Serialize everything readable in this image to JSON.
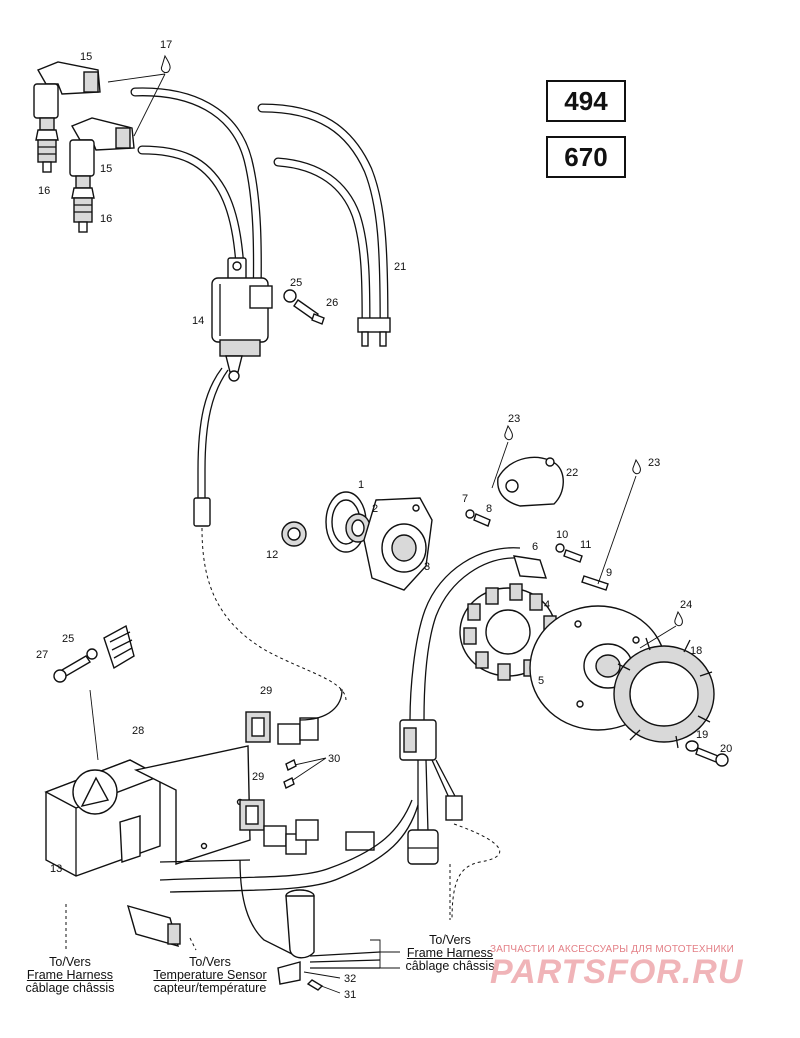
{
  "models": [
    "494",
    "670"
  ],
  "callouts": {
    "c1": "1",
    "c2": "2",
    "c3": "3",
    "c4": "4",
    "c5": "5",
    "c6": "6",
    "c7": "7",
    "c8": "8",
    "c9": "9",
    "c10": "10",
    "c11": "11",
    "c12": "12",
    "c13": "13",
    "c14": "14",
    "c15a": "15",
    "c15b": "15",
    "c16a": "16",
    "c16b": "16",
    "c17": "17",
    "c18": "18",
    "c19": "19",
    "c20": "20",
    "c21": "21",
    "c22": "22",
    "c23a": "23",
    "c23b": "23",
    "c24": "24",
    "c25a": "25",
    "c25b": "25",
    "c26": "26",
    "c27": "27",
    "c28": "28",
    "c29a": "29",
    "c29b": "29",
    "c30": "30",
    "c31": "31",
    "c32": "32"
  },
  "destinations": {
    "frame_left": {
      "line1": "To/Vers",
      "line2": "Frame Harness",
      "line3": "câblage châssis"
    },
    "temp_sensor": {
      "line1": "To/Vers",
      "line2": "Temperature Sensor",
      "line3": "capteur/température"
    },
    "frame_right": {
      "line1": "To/Vers",
      "line2": "Frame Harness",
      "line3": "câblage châssis"
    }
  },
  "watermark": {
    "tagline": "ЗАПЧАСТИ И АКСЕССУАРЫ ДЛЯ МОТОТЕХНИКИ",
    "brand": "PARTSFOR.RU"
  }
}
